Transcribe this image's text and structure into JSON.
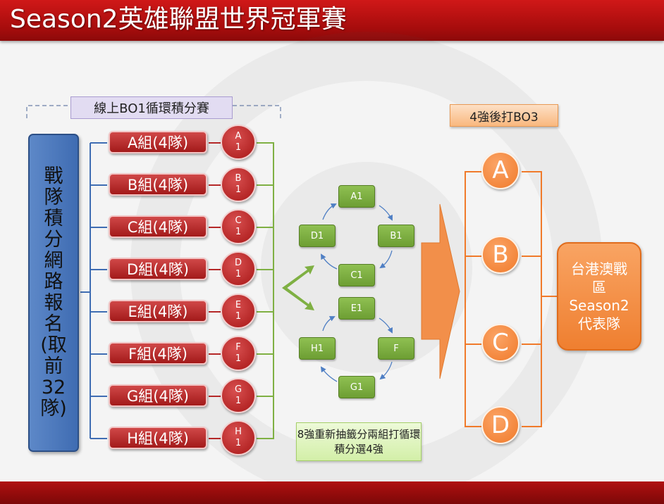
{
  "title": "Season2英雄聯盟世界冠軍賽",
  "stage1_label": "線上BO1循環積分賽",
  "stage2_label": "8強重新抽籤分兩組打循環積分選4強",
  "stage3_label": "4強後打BO3",
  "registration_label": "戰隊積分網路報名(取前32隊)",
  "groups": [
    {
      "label": "A組(4隊)",
      "seed": "A1"
    },
    {
      "label": "B組(4隊)",
      "seed": "B1"
    },
    {
      "label": "C組(4隊)",
      "seed": "C1"
    },
    {
      "label": "D組(4隊)",
      "seed": "D1"
    },
    {
      "label": "E組(4隊)",
      "seed": "E1"
    },
    {
      "label": "F組(4隊)",
      "seed": "F1"
    },
    {
      "label": "G組(4隊)",
      "seed": "G1"
    },
    {
      "label": "H組(4隊)",
      "seed": "H1"
    }
  ],
  "round_robin_upper": [
    "A1",
    "B1",
    "C1",
    "D1"
  ],
  "round_robin_lower": [
    "E1",
    "F",
    "G1",
    "H1"
  ],
  "finalists": [
    "A",
    "B",
    "C",
    "D"
  ],
  "winner_label": "台港澳戰區Season2代表隊",
  "colors": {
    "title_red": "#b01414",
    "registration_blue": "#4a76bb",
    "group_red": "#b52828",
    "bracket_blue": "#3f6db3",
    "bracket_green": "#7fb043",
    "node_green": "#7cad3e",
    "final_orange": "#f5883a",
    "callout_purple": "#e2dcf2",
    "callout_green": "#dff3c2"
  }
}
